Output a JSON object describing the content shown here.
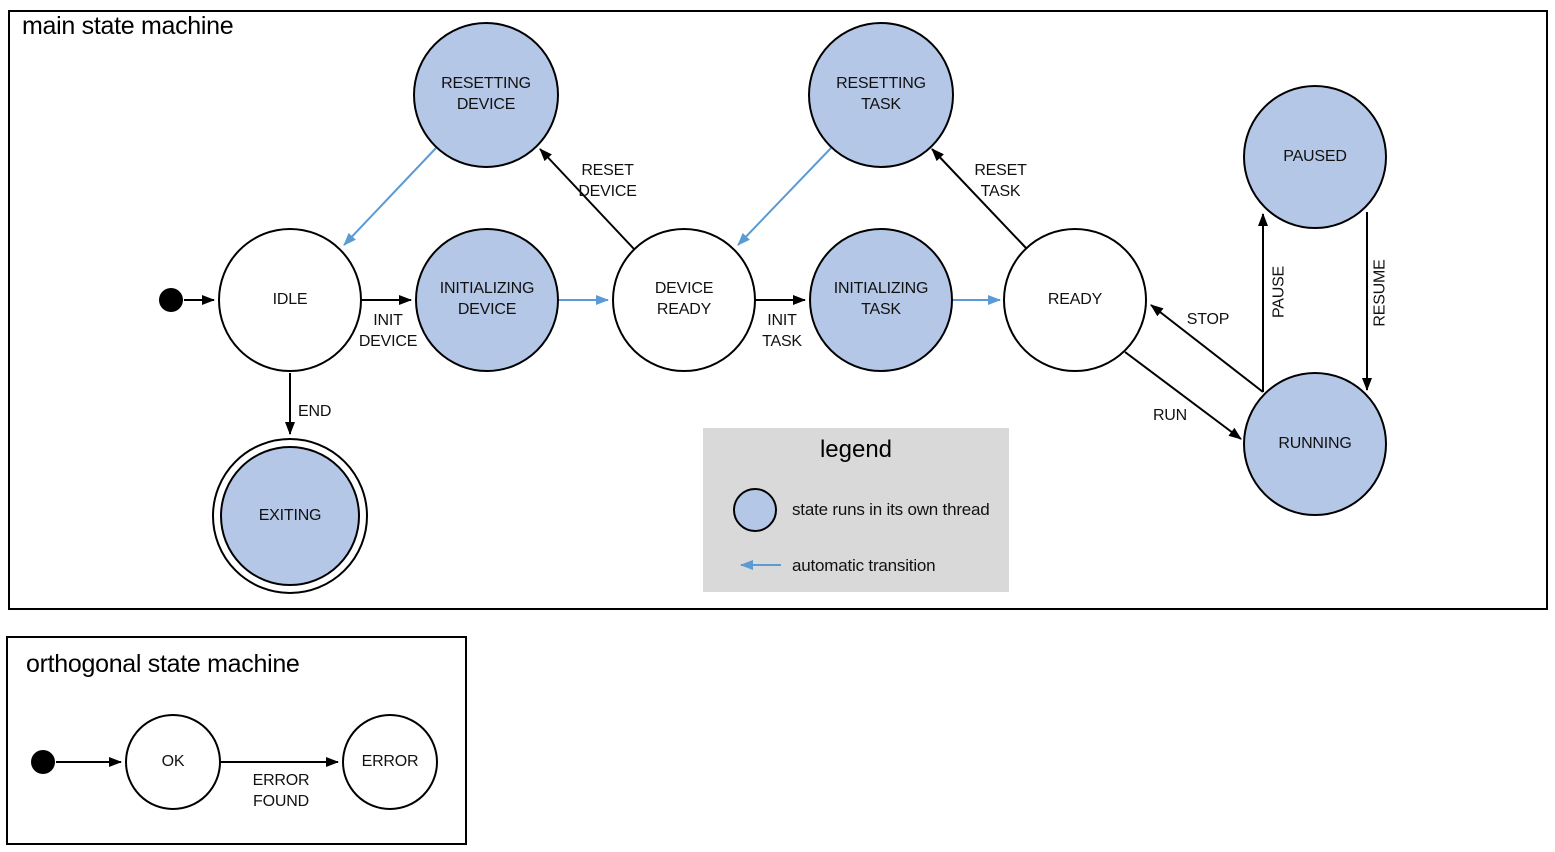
{
  "colors": {
    "thread_fill": "#b4c7e7",
    "auto_arrow": "#5b9bd5",
    "legend_bg": "#d9d9d9",
    "stroke": "#000000",
    "background": "#ffffff"
  },
  "main": {
    "title": "main state machine",
    "states": {
      "idle": "IDLE",
      "initializing_device": "INITIALIZING DEVICE",
      "device_ready": "DEVICE READY",
      "initializing_task": "INITIALIZING TASK",
      "ready": "READY",
      "resetting_device": "RESETTING DEVICE",
      "resetting_task": "RESETTING TASK",
      "paused": "PAUSED",
      "running": "RUNNING",
      "exiting": "EXITING"
    },
    "transitions": {
      "init_device": "INIT DEVICE",
      "reset_device": "RESET DEVICE",
      "init_task": "INIT TASK",
      "reset_task": "RESET TASK",
      "end": "END",
      "stop": "STOP",
      "run": "RUN",
      "pause": "PAUSE",
      "resume": "RESUME"
    }
  },
  "legend": {
    "title": "legend",
    "thread_label": "state runs in its own thread",
    "auto_label": "automatic transition"
  },
  "orthogonal": {
    "title": "orthogonal state machine",
    "states": {
      "ok": "OK",
      "error": "ERROR"
    },
    "transitions": {
      "error_found": "ERROR FOUND"
    }
  }
}
